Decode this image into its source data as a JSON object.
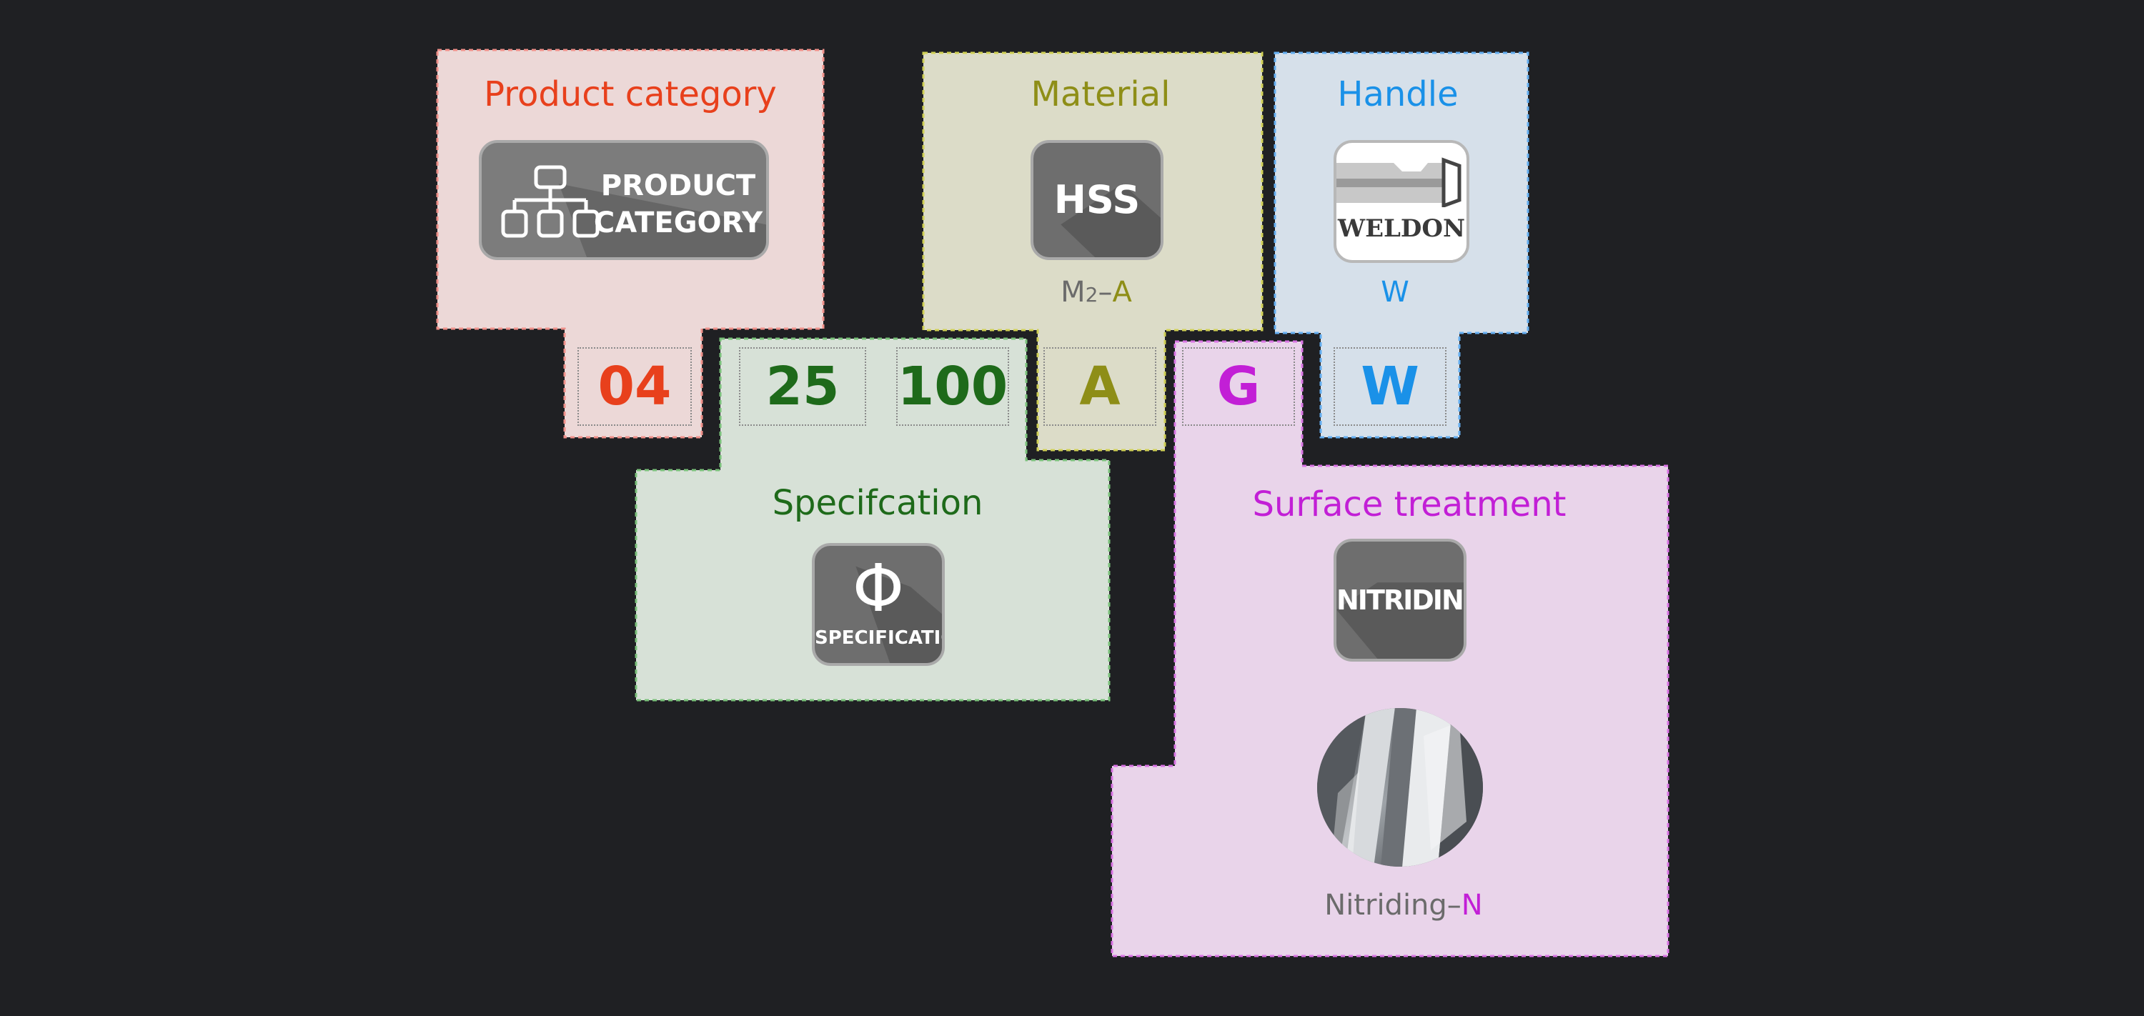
{
  "colors": {
    "background": "#1f2023",
    "category": "#e8401c",
    "material": "#8e8e17",
    "handle": "#1a91e8",
    "specification": "#1e6a1a",
    "surface": "#c21fd6",
    "muted": "#6b6b6b"
  },
  "category": {
    "heading": "Product category",
    "tile_line1": "PRODUCT",
    "tile_line2": "CATEGORY",
    "tile_icon": "hierarchy-icon",
    "code": "04"
  },
  "material": {
    "heading": "Material",
    "tile_text": "HSS",
    "caption_prefix": "M",
    "caption_sub": "2",
    "caption_dash": "–",
    "caption_code": "A",
    "code": "A"
  },
  "handle": {
    "heading": "Handle",
    "tile_text": "WELDON",
    "tile_icon": "weldon-shank-icon",
    "caption": "W",
    "code": "W"
  },
  "specification": {
    "heading": "Specifcation",
    "tile_symbol": "Φ",
    "tile_text": "SPECIFICATION",
    "code_diameter": "25",
    "code_length": "100"
  },
  "surface": {
    "heading": "Surface treatment",
    "tile_text": "NITRIDING",
    "caption_prefix": "Nitriding–",
    "caption_code": "N",
    "code": "G",
    "photo_icon": "nitrided-steel-photo"
  }
}
